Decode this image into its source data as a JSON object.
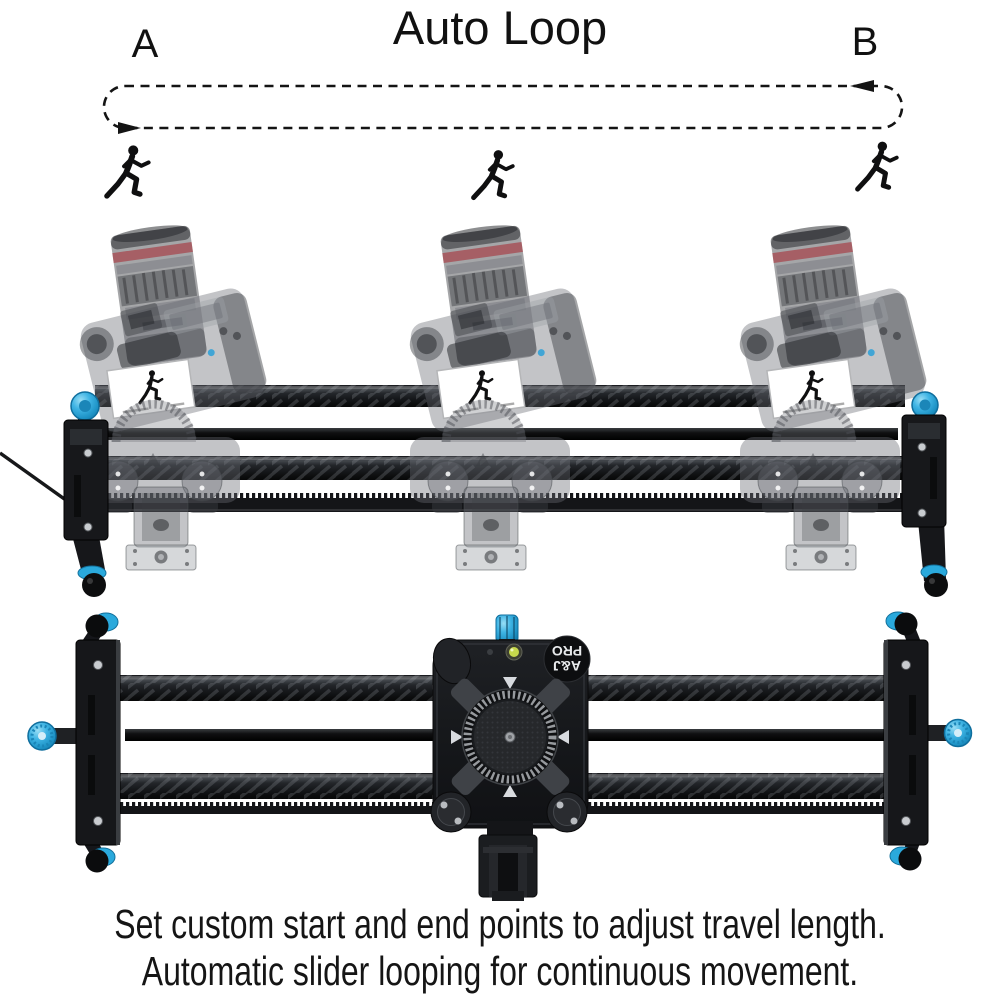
{
  "header": {
    "title": "Auto Loop",
    "point_a": "A",
    "point_b": "B"
  },
  "loop_diagram": {
    "line_style": "dashed",
    "forward_arrow_icon": "arrow-right-icon",
    "return_arrow_icon": "arrow-left-icon",
    "runner_icons": [
      "running-person-icon",
      "running-person-icon",
      "running-person-icon"
    ]
  },
  "side_view": {
    "ghost_camera_count": 3,
    "lcd_icon": "running-person-icon",
    "rails": [
      "carbon-rail",
      "steel-rod",
      "carbon-rail",
      "toothed-belt"
    ]
  },
  "top_view": {
    "brand": {
      "line1": "A&J",
      "line2": "PRO"
    },
    "parts": [
      "blue-knob",
      "bubble-level",
      "drive-dial",
      "motor-housing"
    ]
  },
  "caption": {
    "line1": "Set custom start and end points to adjust travel length.",
    "line2": "Automatic slider looping for continuous movement."
  },
  "colors": {
    "accent_blue": "#2aa9dc",
    "lens_ring_red": "#a8242e",
    "metal_black": "#17181b",
    "background": "#ffffff"
  }
}
